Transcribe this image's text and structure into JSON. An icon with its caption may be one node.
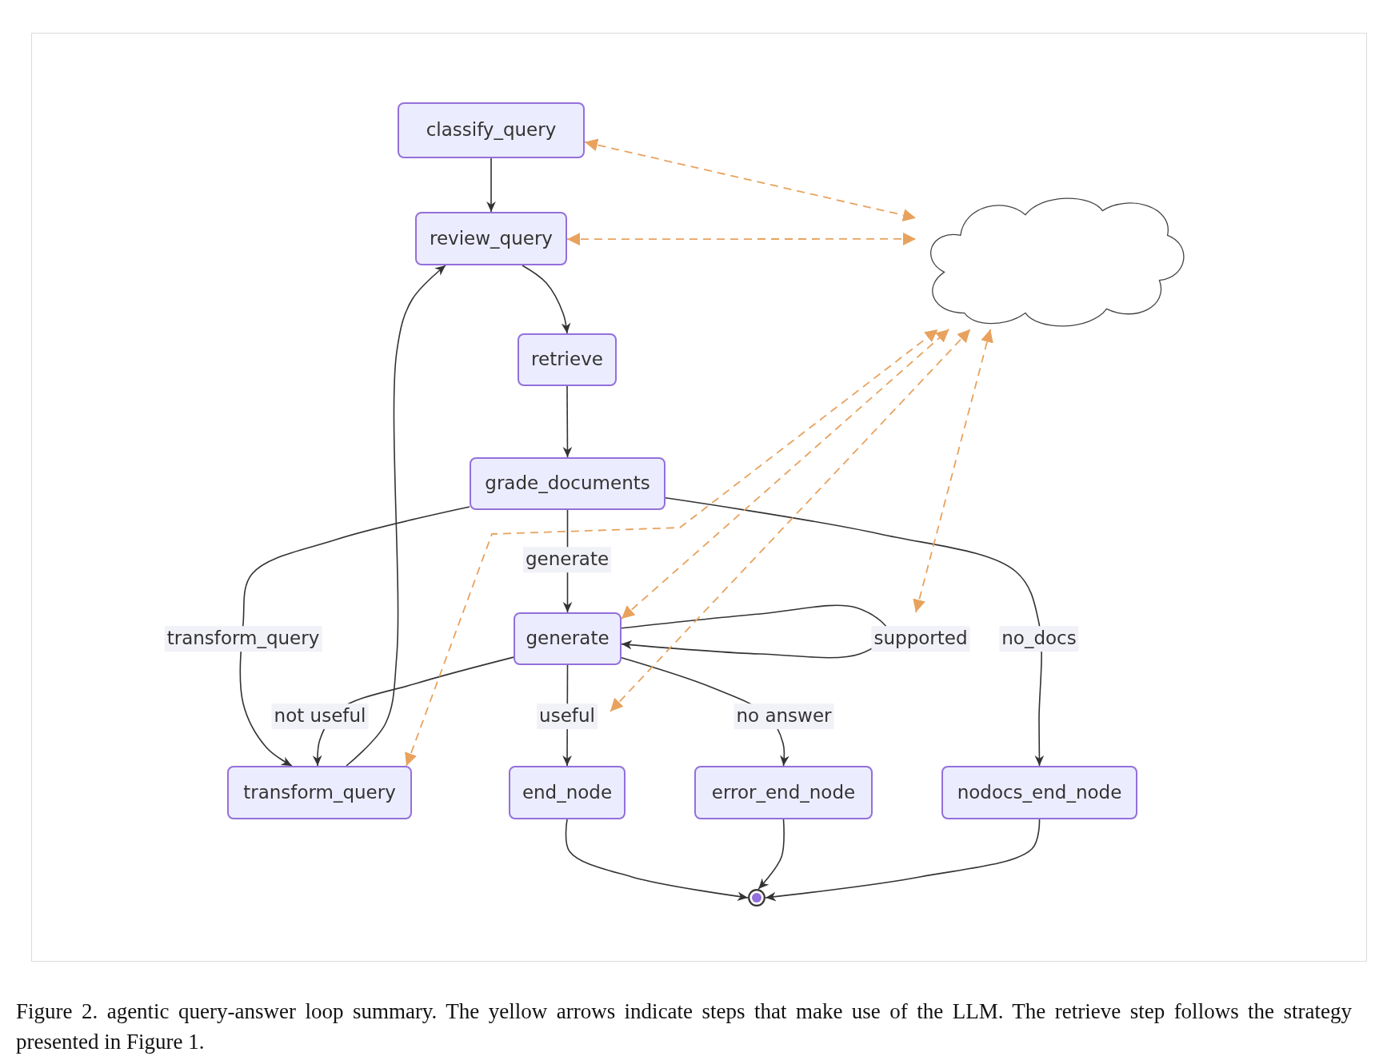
{
  "diagram": {
    "caption": "Figure 2. agentic query-answer loop summary. The yellow arrows indicate steps that make use of the LLM. The retrieve step follows the strategy presented in Figure 1.",
    "nodes": [
      {
        "text": [
          "classify_query"
        ]
      },
      {
        "text": [
          "review_query"
        ]
      },
      {
        "text": [
          "retrieve"
        ]
      },
      {
        "text": [
          "grade_documents"
        ]
      },
      {
        "text": [
          "generate"
        ]
      },
      {
        "text": [
          "transform_query"
        ]
      },
      {
        "text": [
          "end_node"
        ]
      },
      {
        "text": [
          "error_end_node"
        ]
      },
      {
        "text": [
          "nodocs_end_node"
        ]
      },
      {
        "text": [],
        "shape": "circle"
      },
      {
        "text": [],
        "shape": "cloud"
      }
    ],
    "edges": [
      {
        "from": 0,
        "to": 1,
        "arrow": "to"
      },
      {
        "from": 1,
        "to": 2,
        "arrow": "to"
      },
      {
        "from": 2,
        "to": 3,
        "arrow": "to"
      },
      {
        "from": 3,
        "to": 4,
        "arrow": "to",
        "label": "generate"
      },
      {
        "from": 3,
        "to": 5,
        "arrow": "to",
        "label": "transform_query"
      },
      {
        "from": 3,
        "to": 8,
        "arrow": "to",
        "label": "no_docs"
      },
      {
        "from": 4,
        "to": 4,
        "arrow": "to",
        "label": "supported"
      },
      {
        "from": 4,
        "to": 5,
        "arrow": "to",
        "label": "not useful"
      },
      {
        "from": 4,
        "to": 6,
        "arrow": "to",
        "label": "useful"
      },
      {
        "from": 4,
        "to": 7,
        "arrow": "to",
        "label": "no answer"
      },
      {
        "from": 5,
        "to": 1,
        "arrow": "to"
      },
      {
        "from": 6,
        "to": 9,
        "arrow": "to"
      },
      {
        "from": 7,
        "to": 9,
        "arrow": "to"
      },
      {
        "from": 8,
        "to": 9,
        "arrow": "to"
      },
      {
        "from": 0,
        "to": 10,
        "arrow": "both",
        "style": "dashed",
        "color": "#e8a25e"
      },
      {
        "from": 1,
        "to": 10,
        "arrow": "both",
        "style": "dashed",
        "color": "#e8a25e"
      },
      {
        "from": 5,
        "to": 10,
        "arrow": "both",
        "style": "dashed",
        "color": "#e8a25e"
      },
      {
        "from": 4,
        "to": 10,
        "arrow": "both",
        "style": "dashed",
        "color": "#e8a25e"
      },
      {
        "from": null,
        "to": 10,
        "arrow": "both",
        "style": "dashed",
        "color": "#e8a25e"
      },
      {
        "from": null,
        "to": 10,
        "arrow": "both",
        "style": "dashed",
        "color": "#e8a25e"
      }
    ]
  }
}
